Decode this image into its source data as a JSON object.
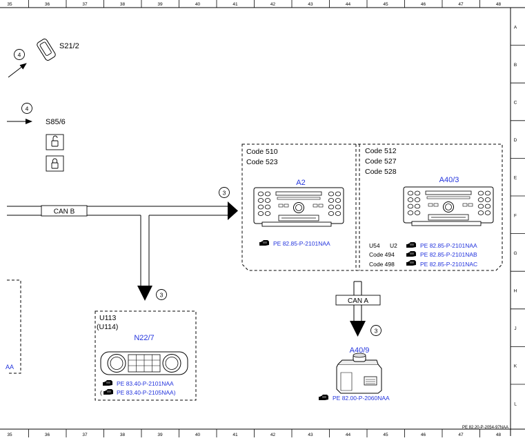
{
  "grid": {
    "columns": [
      "35",
      "36",
      "37",
      "38",
      "39",
      "40",
      "41",
      "42",
      "43",
      "44",
      "45",
      "46",
      "47",
      "48"
    ],
    "rows": [
      "A",
      "B",
      "C",
      "D",
      "E",
      "F",
      "G",
      "H",
      "J",
      "K",
      "L"
    ]
  },
  "doc_id": "PE 82.20-P-2054-97NAA",
  "bus_labels": {
    "can_b": "CAN B",
    "can_a": "CAN A"
  },
  "circle_refs": {
    "s21": "4",
    "s85": "4",
    "a2": "3",
    "n22": "3",
    "a40_9": "3"
  },
  "components": {
    "s21": {
      "id": "S21/2"
    },
    "s85": {
      "id": "S85/6"
    },
    "a2": {
      "codes": [
        "Code 510",
        "Code 523"
      ],
      "id": "A2",
      "ref": "PE 82.85-P-2101NAA"
    },
    "a40_3": {
      "codes": [
        "Code 512",
        "Code 527",
        "Code 528"
      ],
      "id": "A40/3",
      "variants": [
        {
          "label": "U54",
          "label2": "U2",
          "ref": "PE 82.85-P-2101NAA"
        },
        {
          "label": "Code 494",
          "label2": "",
          "ref": "PE 82.85-P-2101NAB"
        },
        {
          "label": "Code 498",
          "label2": "",
          "ref": "PE 82.85-P-2101NAC"
        }
      ]
    },
    "n22": {
      "codes": [
        "U113",
        "(U114)"
      ],
      "id": "N22/7",
      "refs": [
        {
          "open": "",
          "text": "PE 83.40-P-2101NAA"
        },
        {
          "open": "(",
          "text": "PE 83.40-P-2105NAA)"
        }
      ]
    },
    "a40_9": {
      "id": "A40/9",
      "ref": "PE 82.00-P-2060NAA"
    },
    "left_fragment": {
      "text": "AA"
    }
  },
  "colors": {
    "link": "#2233dd",
    "line": "#000000"
  }
}
